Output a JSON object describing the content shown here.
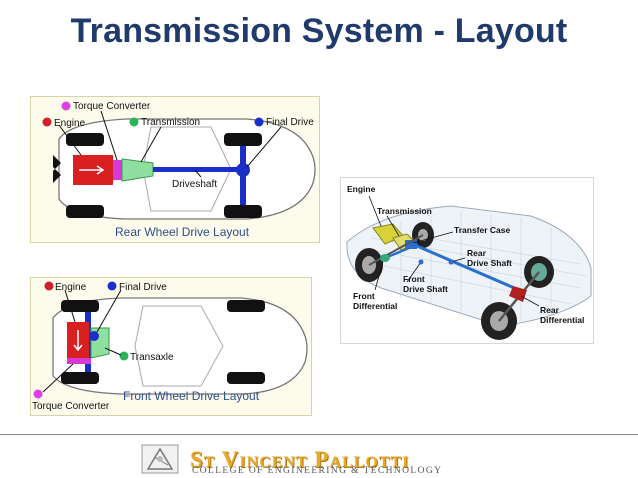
{
  "slide": {
    "title": "Transmission System - Layout"
  },
  "rwd": {
    "torque_converter": "Torque Converter",
    "engine": "Engine",
    "transmission": "Transmission",
    "final_drive": "Final Drive",
    "driveshaft": "Driveshaft",
    "caption": "Rear Wheel Drive Layout"
  },
  "fwd": {
    "engine": "Engine",
    "final_drive": "Final Drive",
    "transaxle": "Transaxle",
    "torque_converter": "Torque Converter",
    "caption": "Front Wheel Drive Layout"
  },
  "fourwd": {
    "engine": "Engine",
    "transmission": "Transmission",
    "transfer_case": "Transfer Case",
    "rear_drive_shaft_1": "Rear",
    "rear_drive_shaft_2": "Drive Shaft",
    "front_drive_shaft_1": "Front",
    "front_drive_shaft_2": "Drive Shaft",
    "front_diff_1": "Front",
    "front_diff_2": "Differential",
    "rear_diff_1": "Rear",
    "rear_diff_2": "Differential"
  },
  "footer": {
    "college_name": "St Vincent Pallotti",
    "college_sub": "COLLEGE OF ENGINEERING & TECHNOLOGY"
  },
  "colors": {
    "title": "#1f3a6b",
    "engine_dot": "#d0202a",
    "torque_dot": "#e040e0",
    "transmission_dot": "#2bb35a",
    "final_drive_dot": "#1a2fc8",
    "caption": "#2e4f8c",
    "footer_gold": "#e8a92a"
  }
}
